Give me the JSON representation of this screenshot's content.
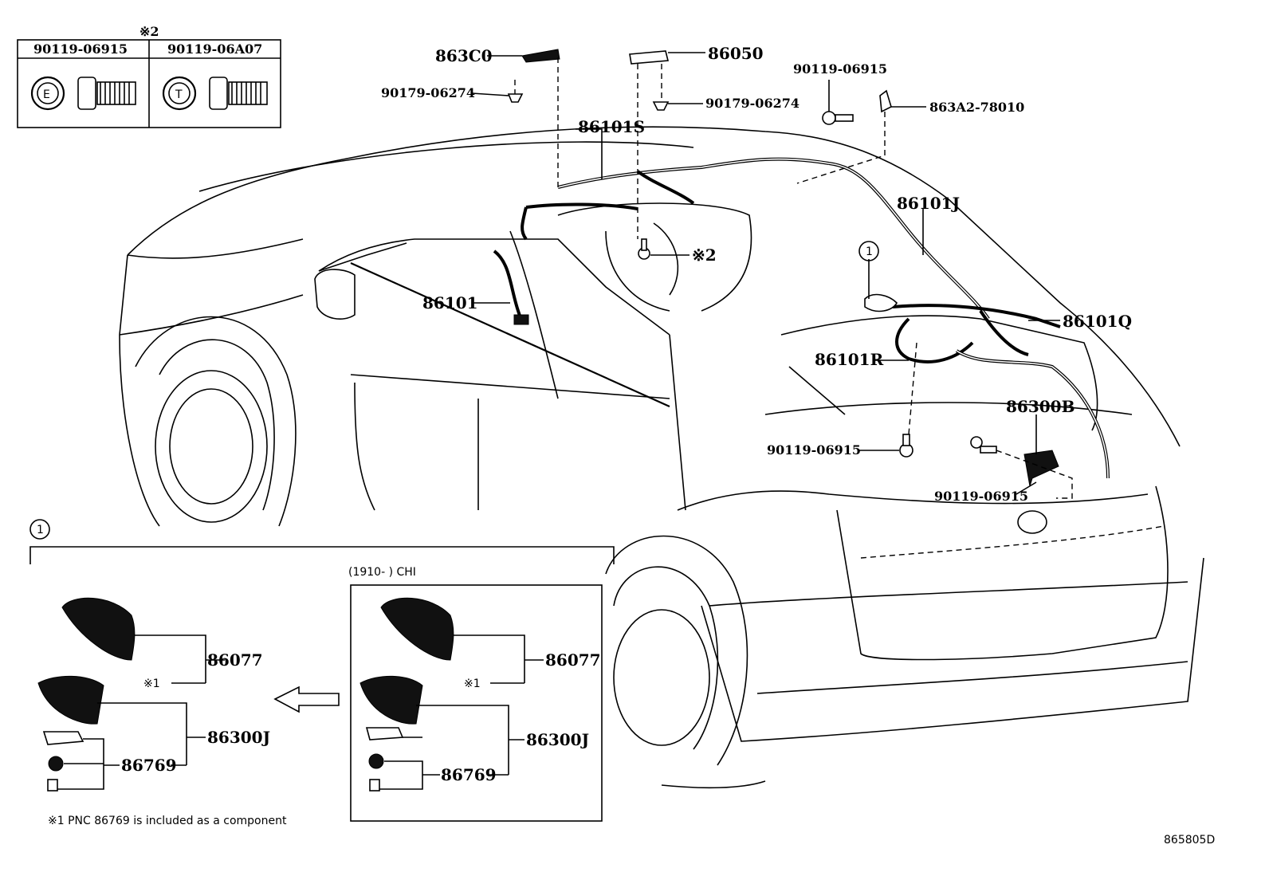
{
  "bolt_table": {
    "mark": "※2",
    "col1": "90119-06915",
    "col2": "90119-06A07",
    "col1_glyph": "E",
    "col2_glyph": "T"
  },
  "callouts": {
    "p863C0": "863C0",
    "p86050": "86050",
    "p90179_left": "90179-06274",
    "p90179_right": "90179-06274",
    "p90119_top": "90119-06915",
    "p863A2": "863A2-78010",
    "p86101S": "86101S",
    "p86101J": "86101J",
    "p86101": "86101",
    "p86101Q": "86101Q",
    "p86101R": "86101R",
    "p86300B": "86300B",
    "p90119_mid": "90119-06915",
    "p90119_low": "90119-06915",
    "p_mark2": "※2",
    "circle_one": "1"
  },
  "detail": {
    "circle_one": "1",
    "left": {
      "p86077": "86077",
      "mark1": "※1",
      "p86300J": "86300J",
      "p86769": "86769"
    },
    "inset": {
      "header": "(1910-        ) CHI",
      "p86077": "86077",
      "mark1": "※1",
      "p86300J": "86300J",
      "p86769": "86769"
    },
    "footnote": "※1 PNC 86769 is included as a component"
  },
  "diagram_id": "865805D"
}
